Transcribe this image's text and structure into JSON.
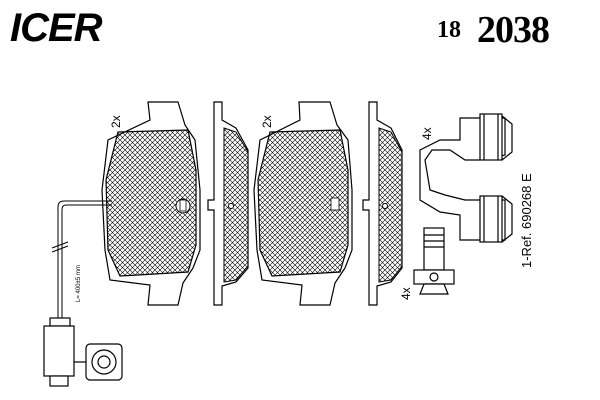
{
  "header": {
    "brand": "ICER",
    "part_prefix": "18",
    "part_number": "2038"
  },
  "labels": {
    "qty_pad_left": "2x",
    "qty_pad_right": "2x",
    "qty_clip": "4x",
    "qty_bolt": "4x",
    "sensor_length": "L= 400±5 mm",
    "reference": "1-Ref. 690268 E"
  }
}
